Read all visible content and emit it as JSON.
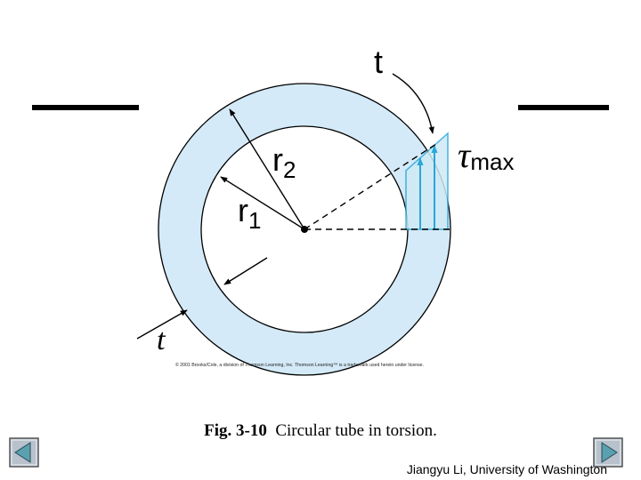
{
  "diagram": {
    "labels": {
      "r2": "r",
      "r2_sub": "2",
      "r1": "r",
      "r1_sub": "1",
      "t_top": "t",
      "t_bottom": "t",
      "tau": "τ",
      "tau_sub": "max"
    },
    "copyright": "© 2001 Brooks/Cole, a division of Thomson Learning, Inc.   Thomson Learning™ is a trademark used herein under license.",
    "colors": {
      "ring_fill": "#d4eaf8",
      "stress_fill": "#cfe9f5",
      "stress_stroke": "#29a7d8"
    }
  },
  "caption": {
    "fig_label": "Fig. 3-10",
    "text": "Circular tube in torsion."
  },
  "footer": {
    "credit": "Jiangyu Li, University of Washington"
  },
  "nav": {
    "prev_icon": "back-arrow-icon",
    "next_icon": "forward-arrow-icon"
  }
}
